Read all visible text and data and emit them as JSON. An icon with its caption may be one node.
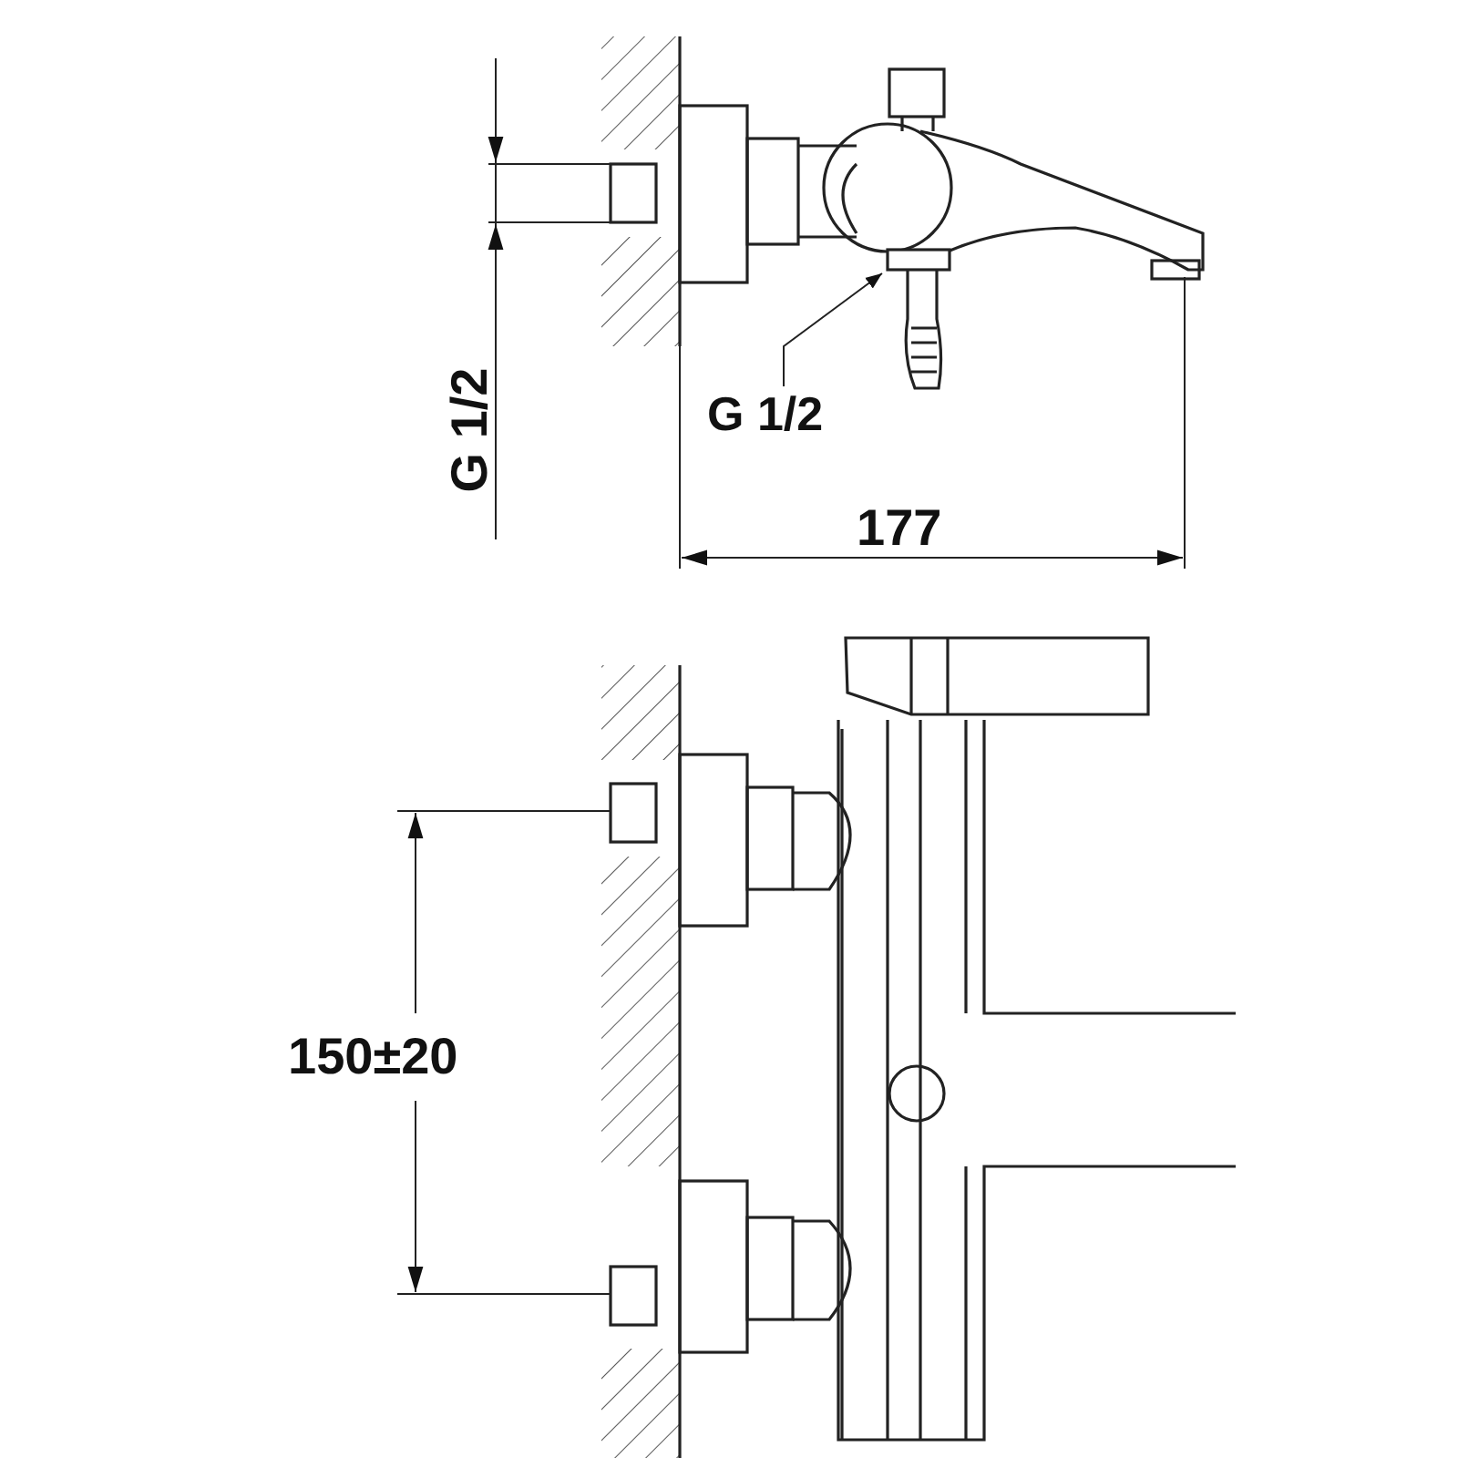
{
  "diagram": {
    "nodes": [
      {
        "text": [
          "G 1/2"
        ]
      },
      {
        "text": [],
        "shape": "box"
      }
    ],
    "edges": [
      {
        "from": 0,
        "to": 1,
        "arrow": "to"
      }
    ],
    "labels": [
      "G 1/2",
      "177",
      "150±20"
    ]
  }
}
